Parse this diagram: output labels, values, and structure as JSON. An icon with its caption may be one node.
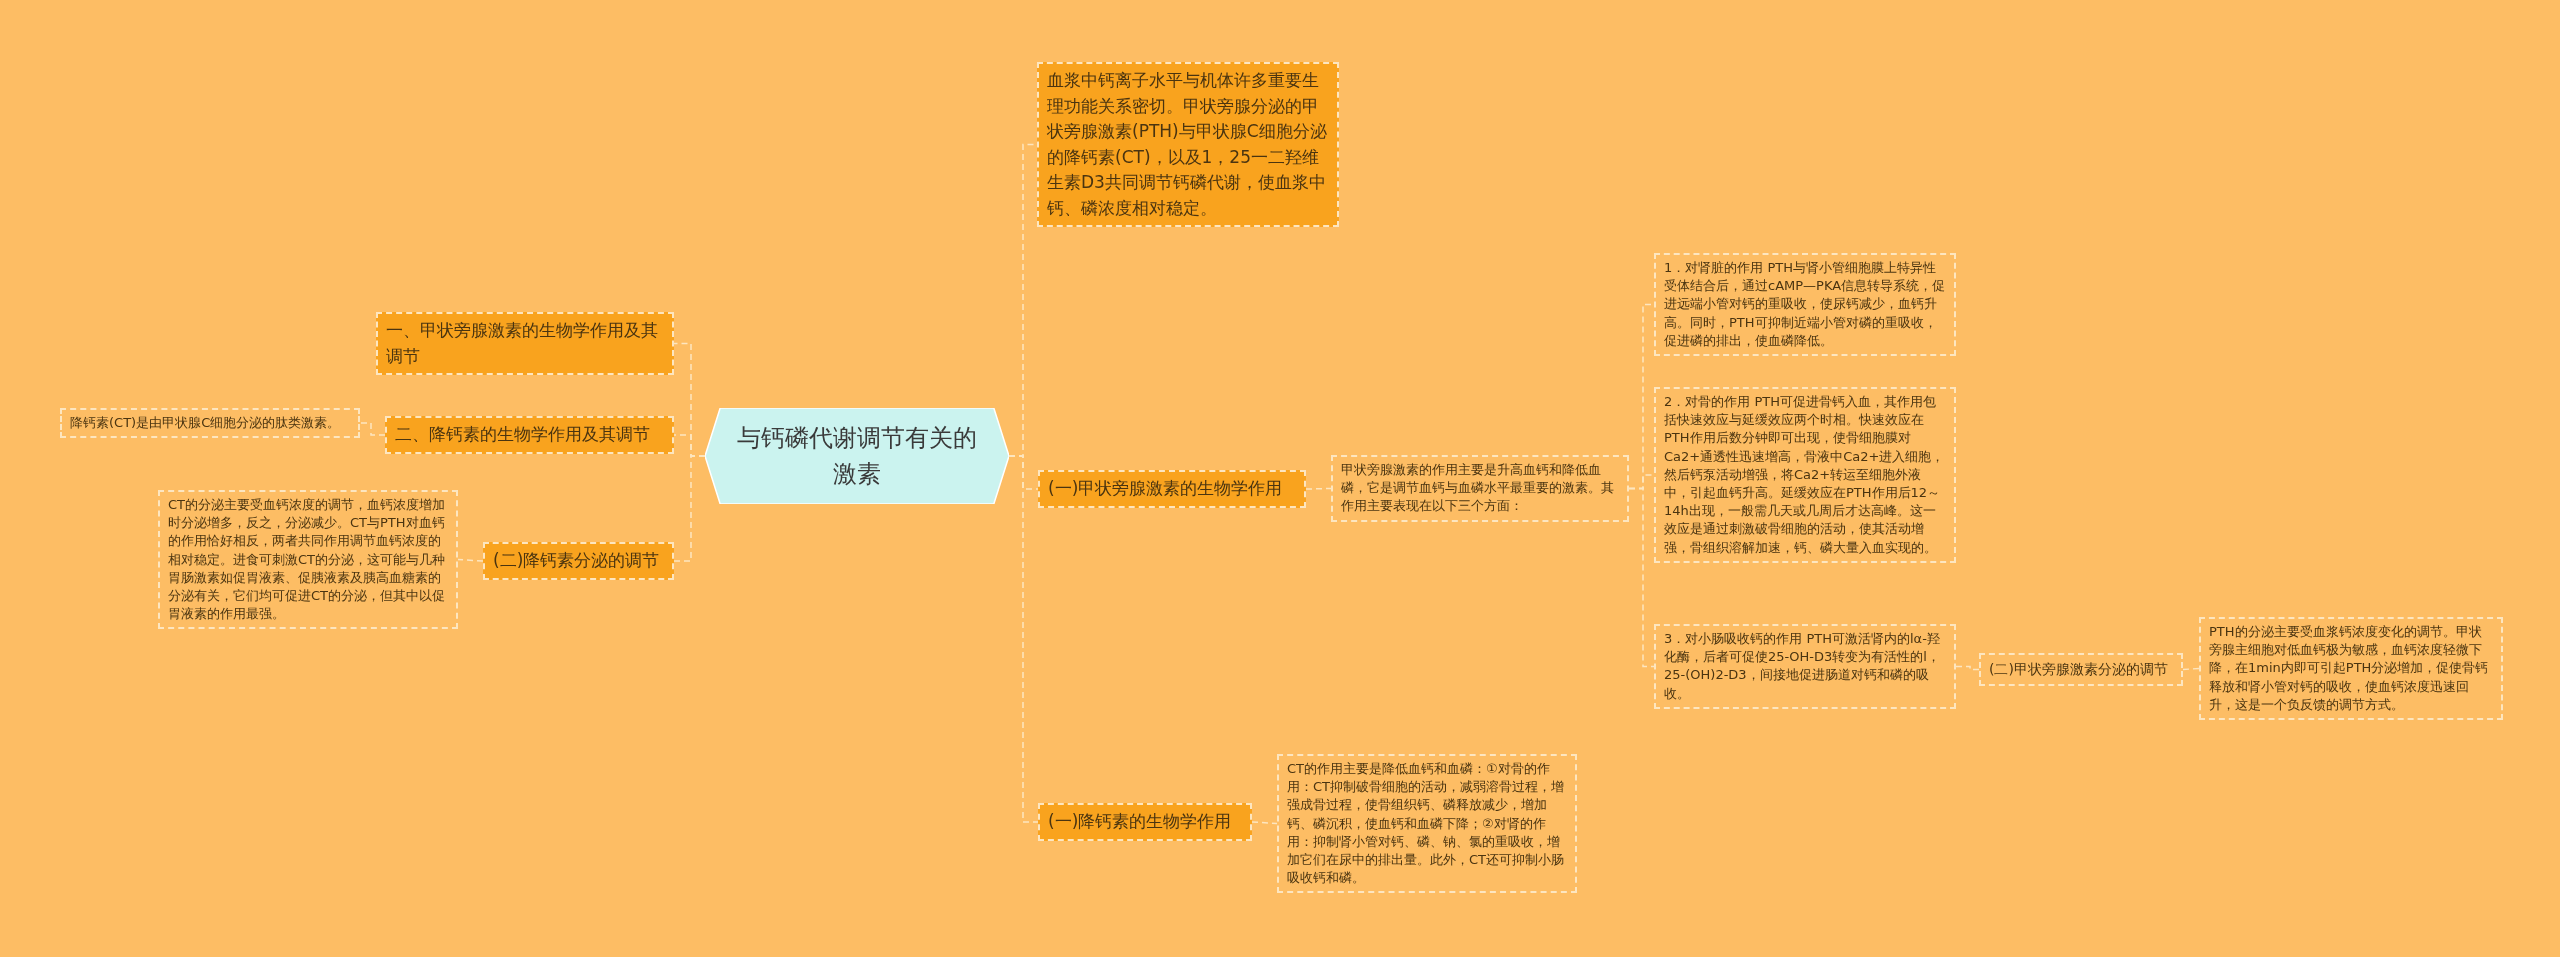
{
  "diagram": {
    "nodes": [
      {
        "text": [
          "与钙磷代谢调节有关的激素"
        ]
      },
      {
        "text": [
          "血浆中钙离子水平与机体许多重要生理功能关系密切。甲状旁腺分泌的甲状旁腺激素(PTH)与甲状腺C细胞分泌的降钙素(CT)，以及1，25一二羟维生素D3共同调节钙磷代谢，使血浆中钙、磷浓度相对稳定。"
        ]
      },
      {
        "text": [
          "(一)甲状旁腺激素的生物学作用"
        ]
      },
      {
        "text": [
          "甲状旁腺激素的作用主要是升高血钙和降低血磷，它是调节血钙与血磷水平最重要的激素。其作用主要表现在以下三个方面："
        ]
      },
      {
        "text": [
          "1．对肾脏的作用 PTH与肾小管细胞膜上特异性受体结合后，通过cAMP—PKA信息转导系统，促进远端小管对钙的重吸收，使尿钙减少，血钙升高。同时，PTH可抑制近端小管对磷的重吸收，促进磷的排出，使血磷降低。"
        ]
      },
      {
        "text": [
          "2．对骨的作用 PTH可促进骨钙入血，其作用包括快速效应与延缓效应两个时相。快速效应在PTH作用后数分钟即可出现，使骨细胞膜对Ca2+通透性迅速增高，骨液中Ca2+进入细胞，然后钙泵活动增强，将Ca2+转运至细胞外液中，引起血钙升高。延缓效应在PTH作用后12～14h出现，一般需几天或几周后才达高峰。这一效应是通过刺激破骨细胞的活动，使其活动增强，骨组织溶解加速，钙、磷大量入血实现的。"
        ]
      },
      {
        "text": [
          "3．对小肠吸收钙的作用 PTH可激活肾内的lα-羟化酶，后者可促使25-OH-D3转变为有活性的l，25-(OH)2-D3，间接地促进肠道对钙和磷的吸收。"
        ]
      },
      {
        "text": [
          "(二)甲状旁腺激素分泌的调节"
        ]
      },
      {
        "text": [
          "PTH的分泌主要受血浆钙浓度变化的调节。甲状旁腺主细胞对低血钙极为敏感，血钙浓度轻微下降，在1min内即可引起PTH分泌增加，促使骨钙释放和肾小管对钙的吸收，使血钙浓度迅速回升，这是一个负反馈的调节方式。"
        ]
      },
      {
        "text": [
          "(一)降钙素的生物学作用"
        ]
      },
      {
        "text": [
          "CT的作用主要是降低血钙和血磷：①对骨的作用：CT抑制破骨细胞的活动，减弱溶骨过程，增强成骨过程，使骨组织钙、磷释放减少，增加钙、磷沉积，使血钙和血磷下降；②对肾的作用：抑制肾小管对钙、磷、钠、氯的重吸收，增加它们在尿中的排出量。此外，CT还可抑制小肠吸收钙和磷。"
        ]
      },
      {
        "text": [
          "一、甲状旁腺激素的生物学作用及其调节"
        ]
      },
      {
        "text": [
          "二、降钙素的生物学作用及其调节"
        ]
      },
      {
        "text": [
          "降钙素(CT)是由甲状腺C细胞分泌的肽类激素。"
        ]
      },
      {
        "text": [
          "(二)降钙素分泌的调节"
        ]
      },
      {
        "text": [
          "CT的分泌主要受血钙浓度的调节，血钙浓度增加时分泌增多，反之，分泌减少。CT与PTH对血钙的作用恰好相反，两者共同作用调节血钙浓度的相对稳定。进食可刺激CT的分泌，这可能与几种胃肠激素如促胃液素、促胰液素及胰高血糖素的分泌有关，它们均可促进CT的分泌，但其中以促胃液素的作用最强。"
        ]
      }
    ],
    "edges": [
      {
        "from": 0,
        "to": 1,
        "arrow": "none"
      },
      {
        "from": 0,
        "to": 2,
        "arrow": "none"
      },
      {
        "from": 0,
        "to": 9,
        "arrow": "none"
      },
      {
        "from": 2,
        "to": 3,
        "arrow": "none"
      },
      {
        "from": 3,
        "to": 4,
        "arrow": "none"
      },
      {
        "from": 3,
        "to": 5,
        "arrow": "none"
      },
      {
        "from": 3,
        "to": 6,
        "arrow": "none"
      },
      {
        "from": 6,
        "to": 7,
        "arrow": "none"
      },
      {
        "from": 7,
        "to": 8,
        "arrow": "none"
      },
      {
        "from": 9,
        "to": 10,
        "arrow": "none"
      },
      {
        "from": 0,
        "to": 11,
        "arrow": "none"
      },
      {
        "from": 0,
        "to": 12,
        "arrow": "none"
      },
      {
        "from": 0,
        "to": 14,
        "arrow": "none"
      },
      {
        "from": 12,
        "to": 13,
        "arrow": "none"
      },
      {
        "from": 14,
        "to": 15,
        "arrow": "none"
      }
    ]
  }
}
